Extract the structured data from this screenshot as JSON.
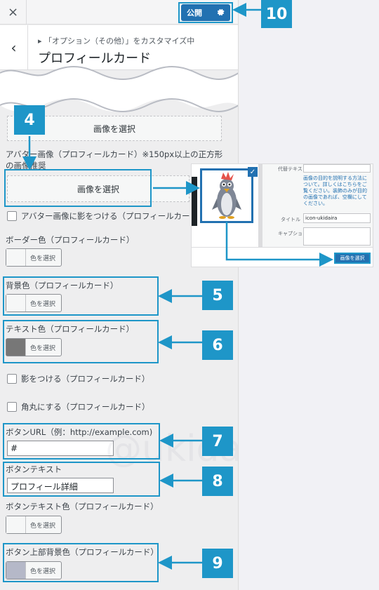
{
  "topbar": {
    "close_label": "×",
    "publish_label": "公開",
    "gear_icon": "gear-icon"
  },
  "header": {
    "back_label": "‹",
    "breadcrumb": "「オプション（その他）」をカスタマイズ中",
    "title": "プロフィールカード"
  },
  "fields": {
    "image_select_1": "画像を選択",
    "avatar_label": "アバター画像（プロフィールカード）※150px以上の正方形の画像推奨",
    "image_select_2": "画像を選択",
    "avatar_shadow": "アバター画像に影をつける（プロフィールカード）",
    "border_color_label": "ボーダー色（プロフィールカード）",
    "bg_color_label": "背景色（プロフィールカード）",
    "text_color_label": "テキスト色（プロフィールカード）",
    "shadow_label": "影をつける（プロフィールカード）",
    "rounded_label": "角丸にする（プロフィールカード）",
    "button_url_label": "ボタンURL（例：http://example.com)",
    "button_url_value": "#",
    "button_text_label": "ボタンテキスト",
    "button_text_value": "プロフィール詳細",
    "button_text_color_label": "ボタンテキスト色（プロフィールカード）",
    "button_top_bg_label": "ボタン上部背景色（プロフィールカード）",
    "color_select": "色を選択"
  },
  "colors": {
    "text_color_swatch": "#777777",
    "button_top_swatch": "#b5b8c8",
    "accent": "#1e96c8"
  },
  "callouts": {
    "n4": "4",
    "n5": "5",
    "n6": "6",
    "n7": "7",
    "n8": "8",
    "n9": "9",
    "n10": "10"
  },
  "media_modal": {
    "alt_label": "代替テキスト",
    "alt_help": "画像の目的を説明する方法について。詳しくはこちらをご覧ください。装飾のみが目的の画像であれば、空欄にしてください。",
    "title_label": "タイトル",
    "title_value": "icon-ukidaira",
    "caption_label": "キャプション",
    "select_button": "画像を選択"
  },
  "watermark": "@ukidaira"
}
